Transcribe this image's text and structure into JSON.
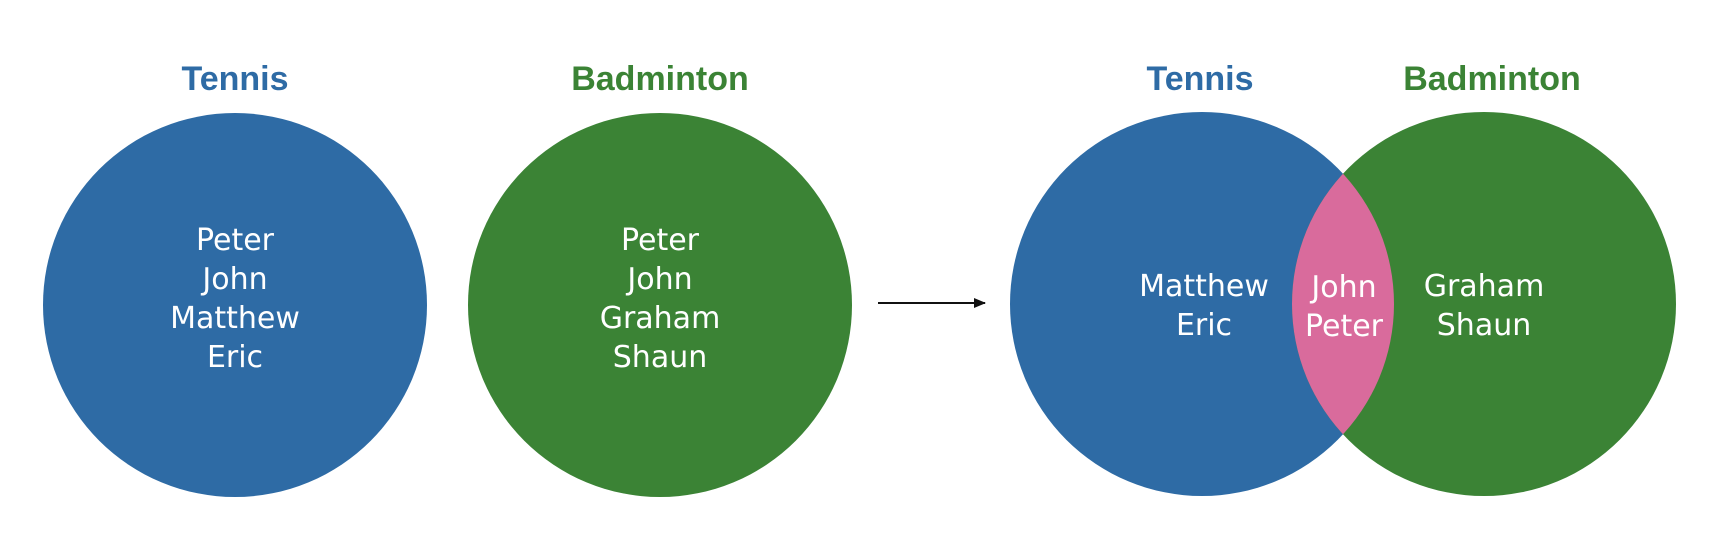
{
  "colors": {
    "tennis": "#2e6ba5",
    "badminton": "#3b8335",
    "overlap": "#d96b9c",
    "arrow": "#111111"
  },
  "left": {
    "tennis": {
      "title": "Tennis",
      "members": [
        "Peter",
        "John",
        "Matthew",
        "Eric"
      ]
    },
    "badminton": {
      "title": "Badminton",
      "members": [
        "Peter",
        "John",
        "Graham",
        "Shaun"
      ]
    }
  },
  "venn": {
    "tennis": {
      "title": "Tennis",
      "only": [
        "Matthew",
        "Eric"
      ]
    },
    "badminton": {
      "title": "Badminton",
      "only": [
        "Graham",
        "Shaun"
      ]
    },
    "both": [
      "John",
      "Peter"
    ]
  }
}
